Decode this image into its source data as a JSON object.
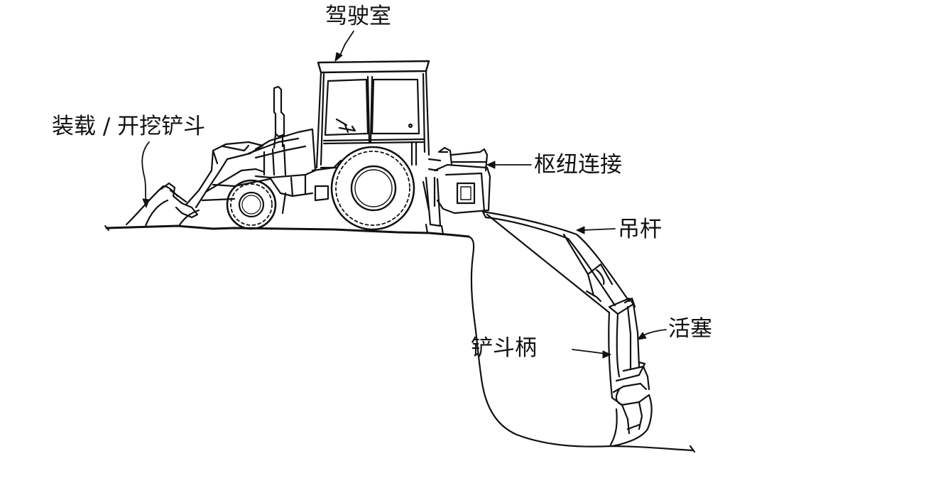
{
  "labels": {
    "cab": "驾驶室",
    "loader_bucket": "装载 / 开挖铲斗",
    "pivot_joint": "枢纽连接",
    "boom": "吊杆",
    "piston": "活塞",
    "dipper_arm": "铲斗柄"
  },
  "colors": {
    "line": "#111111",
    "background": "#ffffff"
  }
}
